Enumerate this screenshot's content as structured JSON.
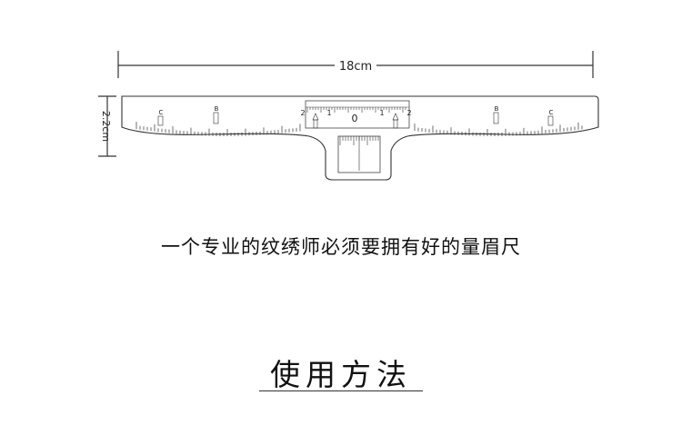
{
  "dimensions": {
    "width_label": "18cm",
    "height_label": "2.2cm"
  },
  "ruler": {
    "center_label": "0",
    "center_numbers": [
      "2",
      "1",
      "1",
      "2"
    ],
    "side_letters": [
      "C",
      "B",
      "B",
      "C"
    ],
    "arrow_markers": [
      "A",
      "A"
    ]
  },
  "tagline": "一个专业的纹绣师必须要拥有好的量眉尺",
  "section_title": "使用方法",
  "colors": {
    "line": "#333333",
    "ruler_fill": "#ffffff",
    "text": "#111111"
  }
}
